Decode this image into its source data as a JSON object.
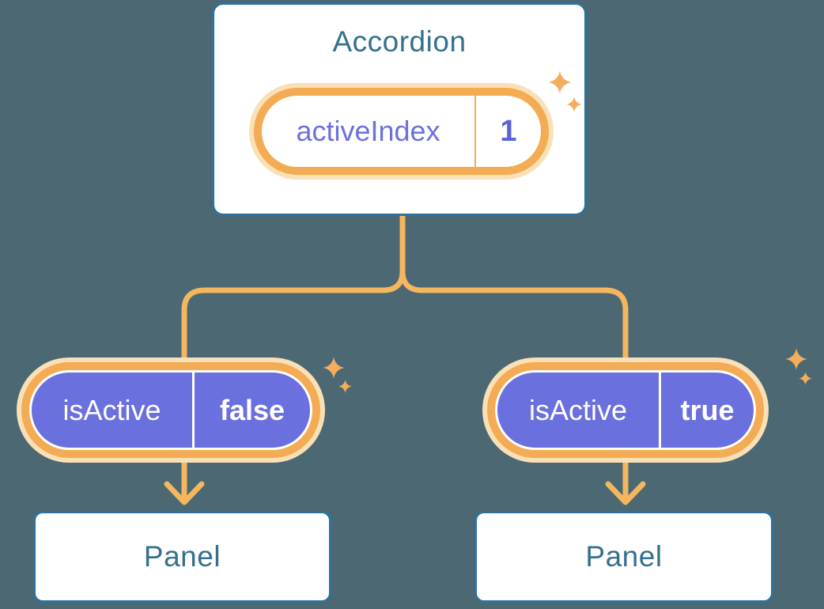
{
  "colors": {
    "background": "#4C6873",
    "card_border_blue": "#2E729C",
    "label_blue": "#34708E",
    "ring_orange": "#F3AB54",
    "glow_orange": "#FAE0B6",
    "line_orange": "#F4B65F",
    "pill_purple": "#6B70DF",
    "state_name_purple": "#6A72DC",
    "state_value_purple": "#5A62DA",
    "sparkle_orange": "#F3AE5C",
    "white": "#FFFFFF"
  },
  "icons": {
    "sparkle": "four-point-star"
  },
  "tree": {
    "root": {
      "title": "Accordion",
      "state": {
        "name": "activeIndex",
        "value": "1"
      }
    },
    "children": [
      {
        "prop_name": "isActive",
        "prop_value": "false",
        "child_label": "Panel"
      },
      {
        "prop_name": "isActive",
        "prop_value": "true",
        "child_label": "Panel"
      }
    ]
  }
}
